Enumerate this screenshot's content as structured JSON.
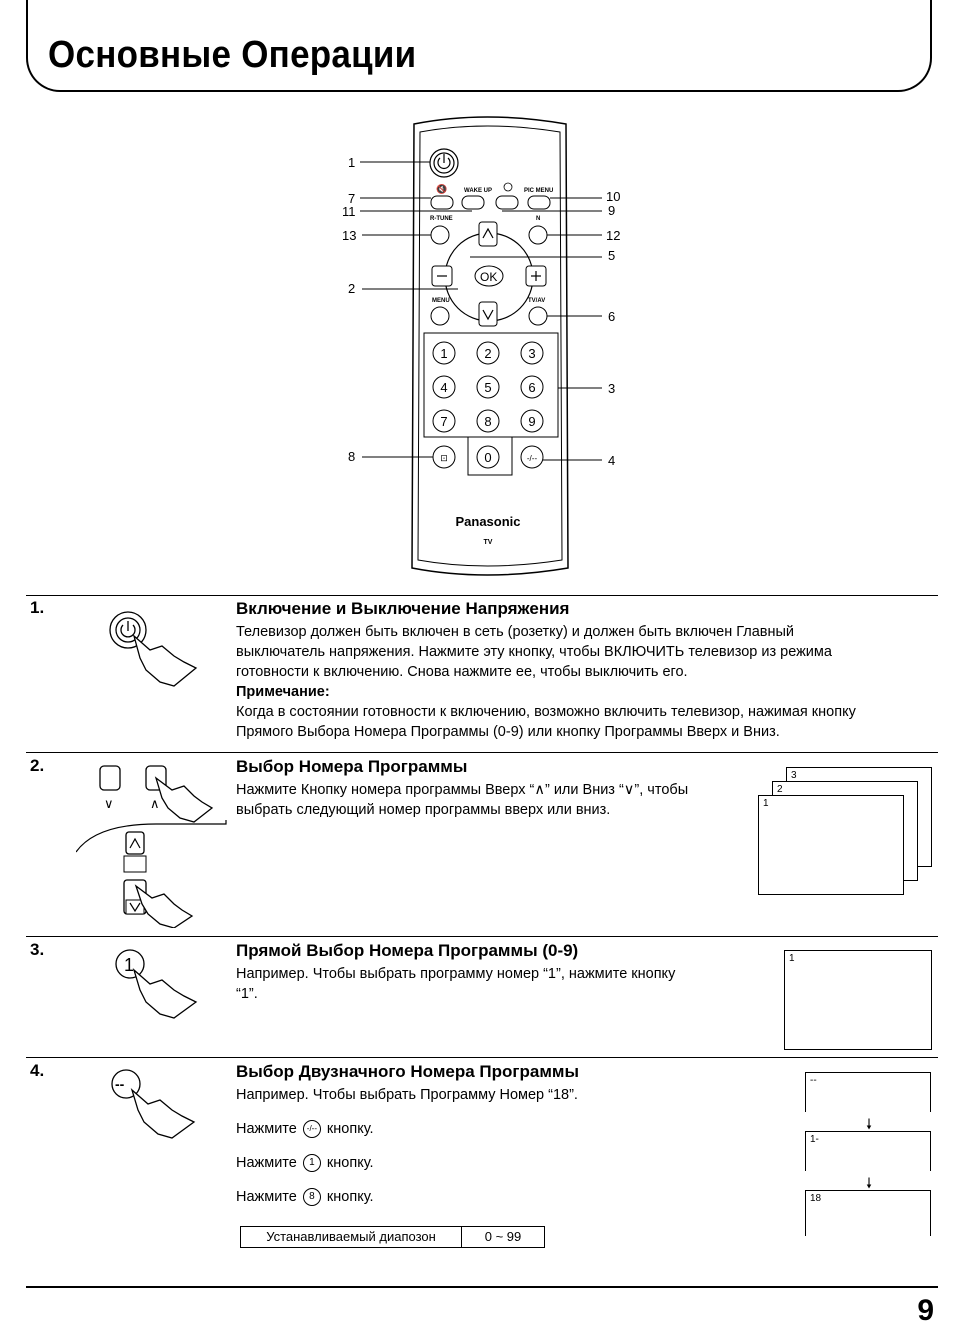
{
  "page": {
    "title": "Основные Операции",
    "page_number": "9"
  },
  "remote": {
    "brand": "Panasonic",
    "sub": "TV",
    "labels": {
      "wakeup": "WAKE UP",
      "picmenu": "PIC MENU",
      "rtune": "R-TUNE",
      "n": "N",
      "menu": "MENU",
      "tvav": "TV/AV",
      "ok": "OK"
    },
    "digits": [
      "1",
      "2",
      "3",
      "4",
      "5",
      "6",
      "7",
      "8",
      "9",
      "0"
    ],
    "callouts": [
      "1",
      "7",
      "11",
      "13",
      "2",
      "8",
      "10",
      "9",
      "12",
      "5",
      "6",
      "3",
      "4"
    ]
  },
  "sections": [
    {
      "num": "1.",
      "heading": "Включение и Выключение Напряжения",
      "lines": [
        "Телевизор должен быть включен в сеть (розетку) и должен быть включен Главный",
        "выключатель напряжения. Нажмите эту кнопку, чтобы ВКЛЮЧИТЬ телевизор из режима",
        "готовности к включению. Снова нажмите ее, чтобы выключить его."
      ],
      "note_label": "Примечание:",
      "note_lines": [
        "Когда в состоянии готовности к включению, возможно включить телевизор, нажимая кнопку",
        "Прямого Выбора Номера Программы (0-9) или кнопку Программы Вверх и Вниз."
      ]
    },
    {
      "num": "2.",
      "heading": "Выбор Номера Программы",
      "lines": [
        "Нажмите Кнопку номера программы Вверх “∧” или Вниз “∨”, чтобы",
        "выбрать следующий номер программы вверх или вниз."
      ],
      "screens": [
        "3",
        "2",
        "1"
      ],
      "keys": [
        "∨",
        "∧"
      ]
    },
    {
      "num": "3.",
      "heading": "Прямой Выбор Номера Программы (0-9)",
      "lines": [
        "Например. Чтобы выбрать программу номер “1”, нажмите кнопку",
        "“1”."
      ],
      "screen": "1",
      "key": "1"
    },
    {
      "num": "4.",
      "heading": "Выбор Двузначного Номера Программы",
      "lines": [
        "Например. Чтобы выбрать Программу Номер “18”."
      ],
      "steps": [
        {
          "prefix": "Нажмите",
          "key": "-/--",
          "suffix": "кнопку."
        },
        {
          "prefix": "Нажмите",
          "key": "1",
          "suffix": "кнопку."
        },
        {
          "prefix": "Нажмите",
          "key": "8",
          "suffix": "кнопку."
        }
      ],
      "screens": [
        "--",
        "1-",
        "18"
      ],
      "range_label": "Устанавливаемый диапозон",
      "range_value": "0 ~ 99"
    }
  ]
}
